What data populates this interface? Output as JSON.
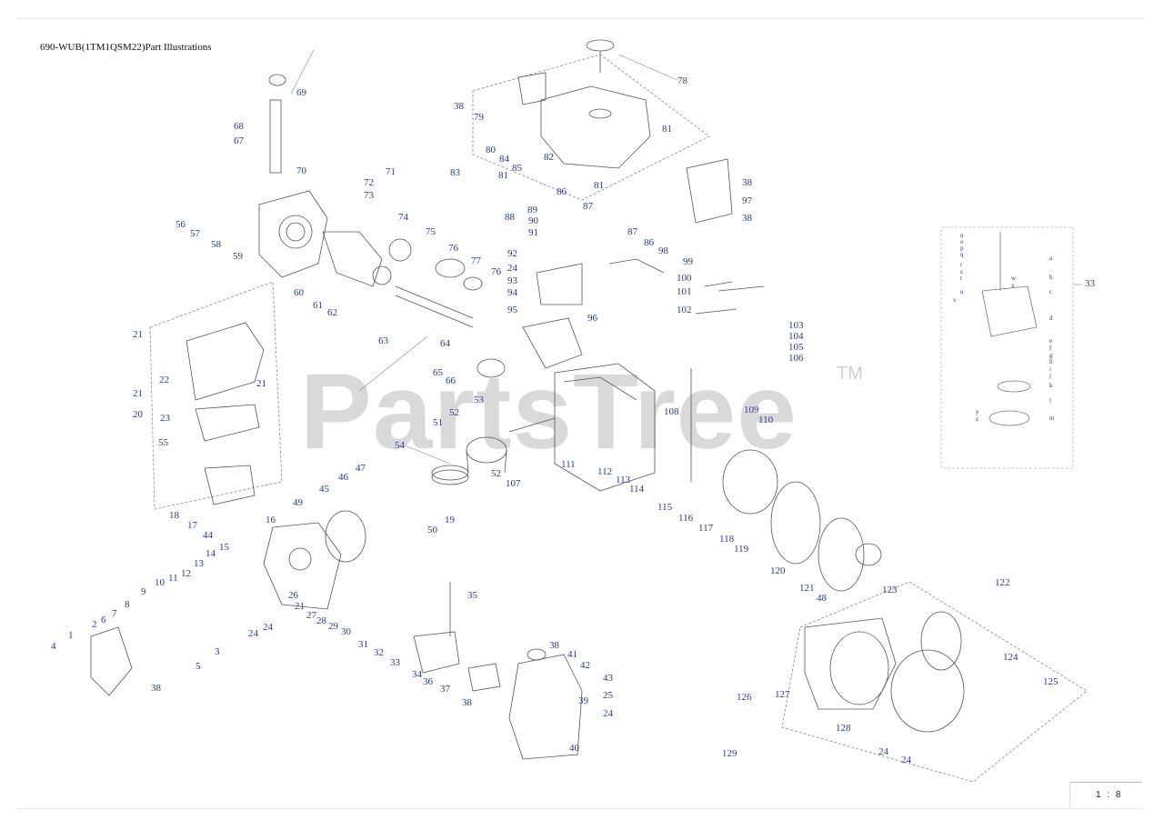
{
  "title": "690-WUB(1TM1QSM22)Part Illustrations",
  "watermark": "PartsTree",
  "watermark_mark": "TM",
  "scale": "1 : 8",
  "colors": {
    "callout": "#2b3a8c",
    "line": "#555555",
    "watermark": "#cfcfcf"
  },
  "callouts": [
    "69",
    "68",
    "67",
    "70",
    "71",
    "72",
    "73",
    "74",
    "75",
    "76",
    "77",
    "76",
    "56",
    "57",
    "58",
    "59",
    "60",
    "61",
    "62",
    "63",
    "64",
    "65",
    "66",
    "78",
    "38",
    "79",
    "81",
    "80",
    "83",
    "84",
    "82",
    "85",
    "81",
    "81",
    "38",
    "97",
    "38",
    "86",
    "87",
    "89",
    "90",
    "88",
    "91",
    "92",
    "24",
    "93",
    "94",
    "95",
    "96",
    "87",
    "86",
    "98",
    "99",
    "100",
    "101",
    "102",
    "103",
    "104",
    "105",
    "106",
    "33",
    "21",
    "22",
    "21",
    "21",
    "20",
    "23",
    "55",
    "53",
    "52",
    "51",
    "54",
    "52",
    "107",
    "108",
    "109",
    "110",
    "111",
    "112",
    "113",
    "114",
    "115",
    "116",
    "117",
    "118",
    "119",
    "120",
    "121",
    "48",
    "47",
    "46",
    "45",
    "49",
    "50",
    "19",
    "18",
    "17",
    "44",
    "16",
    "15",
    "14",
    "13",
    "12",
    "11",
    "10",
    "9",
    "8",
    "7",
    "6",
    "2",
    "1",
    "4",
    "5",
    "3",
    "38",
    "26",
    "21",
    "27",
    "28",
    "29",
    "30",
    "31",
    "32",
    "33",
    "34",
    "35",
    "36",
    "37",
    "38",
    "39",
    "40",
    "38",
    "41",
    "42",
    "43",
    "25",
    "24",
    "24",
    "24",
    "122",
    "123",
    "124",
    "125",
    "126",
    "127",
    "128",
    "24",
    "24",
    "129"
  ],
  "inset_letters": [
    "a",
    "b",
    "c",
    "d",
    "e",
    "f",
    "g",
    "h",
    "i",
    "j",
    "k",
    "l",
    "m",
    "n",
    "o",
    "p",
    "q",
    "r",
    "s",
    "t",
    "u",
    "v",
    "w",
    "x",
    "y",
    "z"
  ]
}
